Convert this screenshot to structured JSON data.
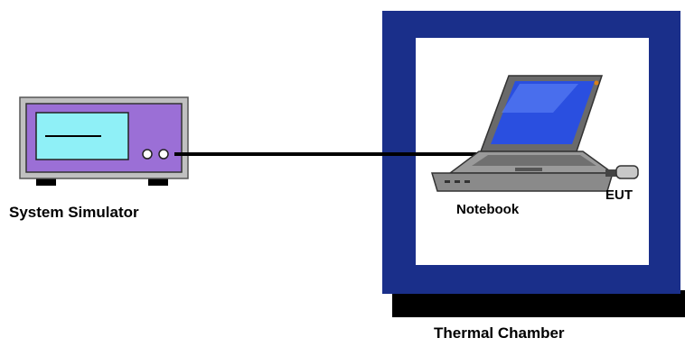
{
  "labels": {
    "system_simulator": "System Simulator",
    "notebook": "Notebook",
    "eut": "EUT",
    "thermal_chamber": "Thermal Chamber"
  },
  "colors": {
    "chamber_frame": "#1a2f8a",
    "chamber_shadow": "#000000",
    "simulator_body": "#9b6fd6",
    "simulator_screen": "#8ff0f7",
    "laptop_screen": "#2a4fe0",
    "laptop_body": "#8a8a8a",
    "cable": "#000000"
  }
}
